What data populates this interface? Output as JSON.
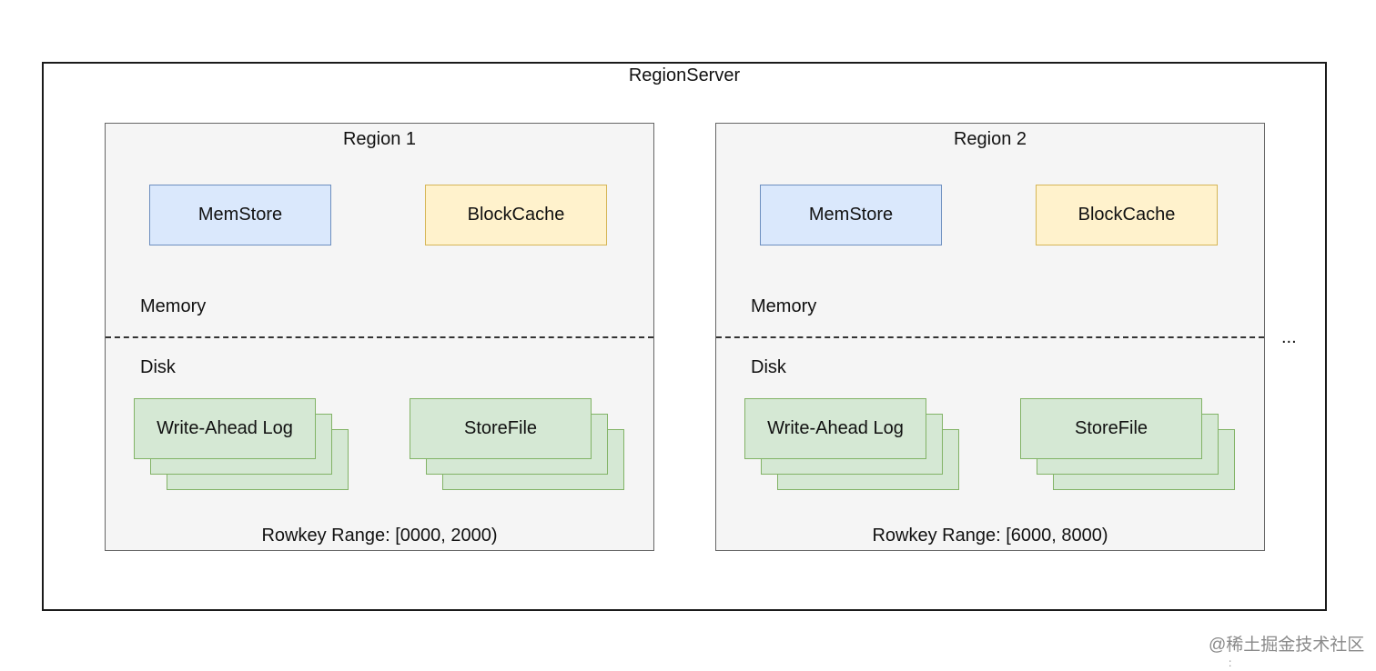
{
  "diagram": {
    "server_title": "RegionServer",
    "regions": [
      {
        "title": "Region 1",
        "memstore": "MemStore",
        "blockcache": "BlockCache",
        "memory_label": "Memory",
        "disk_label": "Disk",
        "wal": "Write-Ahead Log",
        "storefile": "StoreFile",
        "rowkey_range": "Rowkey Range: [0000, 2000)"
      },
      {
        "title": "Region 2",
        "memstore": "MemStore",
        "blockcache": "BlockCache",
        "memory_label": "Memory",
        "disk_label": "Disk",
        "wal": "Write-Ahead Log",
        "storefile": "StoreFile",
        "rowkey_range": "Rowkey Range: [6000, 8000)"
      }
    ],
    "ellipsis": "...",
    "colors": {
      "memstore_fill": "#dae8fc",
      "memstore_stroke": "#6c8ebf",
      "blockcache_fill": "#fff2cc",
      "blockcache_stroke": "#d6b656",
      "disk_fill": "#d5e8d4",
      "disk_stroke": "#82b366",
      "region_fill": "#f5f5f5"
    }
  },
  "watermark": {
    "text": "@稀土掘金技术社区",
    "mark": ":"
  }
}
